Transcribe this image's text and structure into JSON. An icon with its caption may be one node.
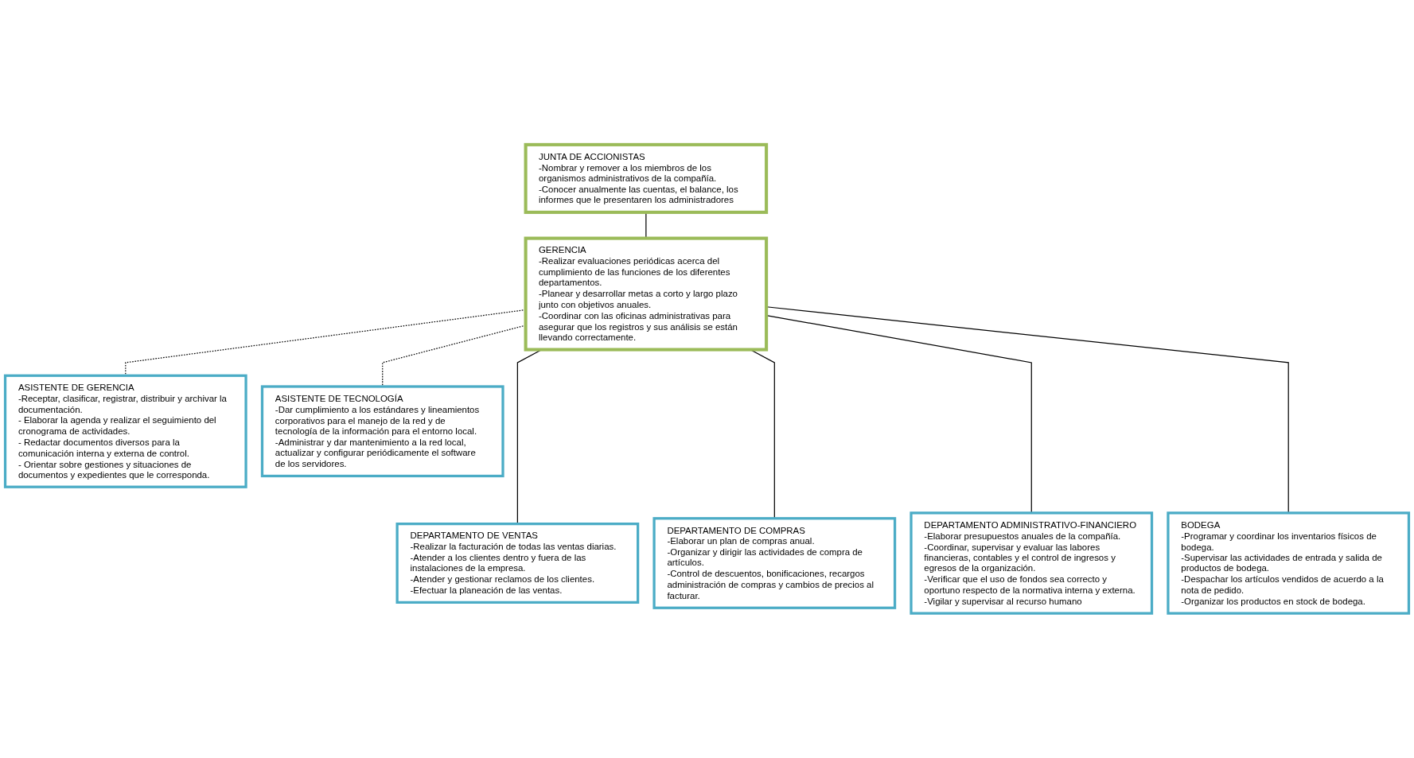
{
  "diagram": {
    "nodes": [
      {
        "text": [
          "JUNTA DE ACCIONISTAS",
          "-Nombrar y remover a los miembros de los organismos administrativos de la compañía.",
          "-Conocer anualmente las cuentas, el balance, los informes que le presentaren los administradores"
        ]
      },
      {
        "text": [
          "GERENCIA",
          "-Realizar evaluaciones periódicas acerca del cumplimiento de las funciones de los diferentes departamentos.",
          "-Planear y desarrollar metas a corto y largo plazo junto con objetivos anuales.",
          "-Coordinar con las oficinas administrativas para asegurar que los registros y sus análisis se están llevando correctamente."
        ]
      },
      {
        "text": [
          "ASISTENTE DE GERENCIA",
          "-Receptar, clasificar, registrar, distribuir y archivar la documentación.",
          "- Elaborar la agenda y realizar el seguimiento del cronograma de actividades.",
          "- Redactar documentos diversos para la comunicación interna y externa de control.",
          "- Orientar sobre gestiones y situaciones de documentos y expedientes que le corresponda."
        ]
      },
      {
        "text": [
          "ASISTENTE DE TECNOLOGÍA",
          "-Dar cumplimiento a los estándares y lineamientos corporativos para el manejo de la red y de tecnología de la información para el entorno local.",
          "-Administrar y dar mantenimiento a la red local, actualizar y configurar periódicamente el software de los servidores."
        ]
      },
      {
        "text": [
          "DEPARTAMENTO DE VENTAS",
          "-Realizar la facturación de todas las ventas diarias.",
          "-Atender a los clientes dentro y fuera de las instalaciones de la empresa.",
          "-Atender y gestionar reclamos de los clientes.",
          "-Efectuar la planeación de las ventas."
        ]
      },
      {
        "text": [
          "DEPARTAMENTO DE COMPRAS",
          "-Elaborar un plan de compras anual.",
          "-Organizar y dirigir las actividades de compra de artículos.",
          "-Control de descuentos, bonificaciones, recargos administración de compras y cambios de precios al facturar."
        ]
      },
      {
        "text": [
          "DEPARTAMENTO ADMINISTRATIVO-FINANCIERO",
          "-Elaborar presupuestos anuales de la compañía.",
          "-Coordinar, supervisar y evaluar las labores financieras, contables y el control de ingresos y egresos de la organización.",
          "-Verificar que el uso de fondos sea correcto y oportuno respecto de la normativa interna y externa.",
          "-Vigilar y supervisar al recurso humano"
        ]
      },
      {
        "text": [
          "BODEGA",
          "-Programar y coordinar los inventarios físicos de bodega.",
          "-Supervisar las actividades de entrada y salida de productos de bodega.",
          "-Despachar los artículos vendidos de acuerdo a la nota de pedido.",
          "-Organizar los productos en stock de bodega."
        ]
      }
    ],
    "edges": [
      {
        "from": 0,
        "to": 1,
        "arrow": "none"
      },
      {
        "from": 1,
        "to": 2,
        "arrow": "none",
        "style": "dashed"
      },
      {
        "from": 1,
        "to": 3,
        "arrow": "none",
        "style": "dashed"
      },
      {
        "from": 1,
        "to": 4,
        "arrow": "none"
      },
      {
        "from": 1,
        "to": 5,
        "arrow": "none"
      },
      {
        "from": 1,
        "to": 6,
        "arrow": "none"
      },
      {
        "from": 1,
        "to": 7,
        "arrow": "none"
      }
    ]
  }
}
